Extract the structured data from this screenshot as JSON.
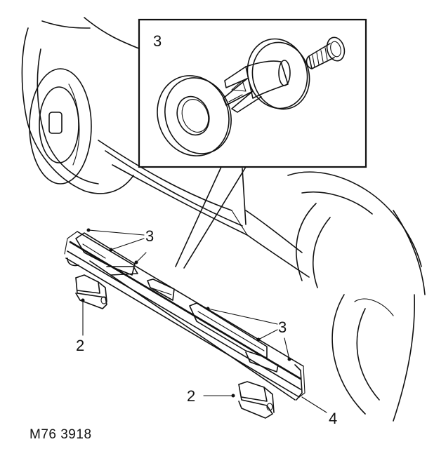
{
  "labels": {
    "inset": "3",
    "clip_upper": "3",
    "clip_lower": "3",
    "bracket_left": "2",
    "bracket_right": "2",
    "sill": "4"
  },
  "figure_code": "M76 3918"
}
